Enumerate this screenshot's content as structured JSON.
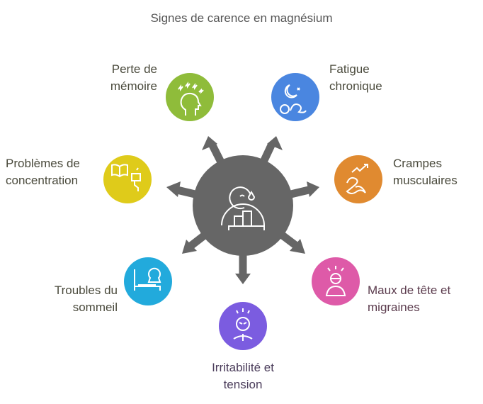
{
  "title": "Signes de carence en magnésium",
  "center": {
    "icon": "person-tear-stairs-icon",
    "color": "#666666"
  },
  "nodes": [
    {
      "id": "memoire",
      "line1": "Perte de",
      "line2": "mémoire",
      "color": "#8fbc3a",
      "icon": "head-stress-icon"
    },
    {
      "id": "fatigue",
      "line1": "Fatigue",
      "line2": "chronique",
      "color": "#4a86e0",
      "icon": "moon-sleep-icon"
    },
    {
      "id": "concentration",
      "line1": "Problèmes de",
      "line2": "concentration",
      "color": "#dfcb1a",
      "icon": "book-screen-icon"
    },
    {
      "id": "crampes",
      "line1": "Crampes",
      "line2": "musculaires",
      "color": "#e08a30",
      "icon": "cramp-icon"
    },
    {
      "id": "sommeil",
      "line1": "Troubles du",
      "line2": "sommeil",
      "color": "#22aadc",
      "icon": "bed-person-icon"
    },
    {
      "id": "maux",
      "line1": "Maux de tête et",
      "line2": "migraines",
      "color": "#de5aa8",
      "icon": "headache-icon"
    },
    {
      "id": "irritabilite",
      "line1": "Irritabilité et",
      "line2": "tension",
      "color": "#7b5ce0",
      "icon": "angry-face-icon"
    }
  ]
}
